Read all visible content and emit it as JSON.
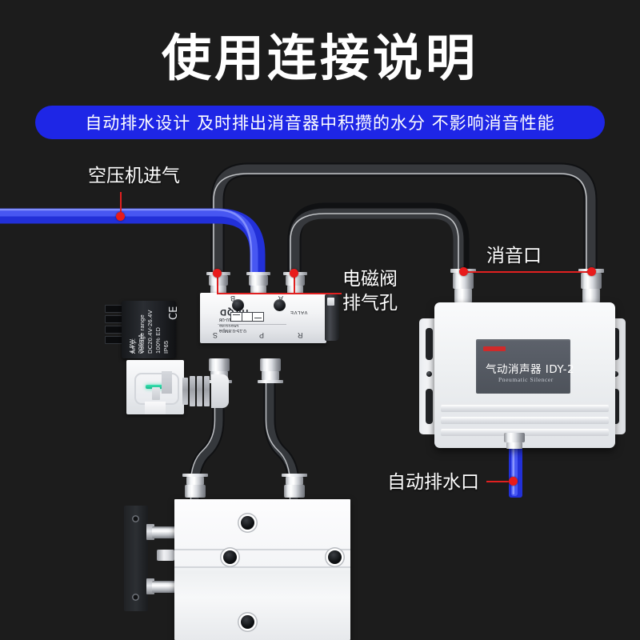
{
  "header": {
    "title": "使用连接说明",
    "subtitle": "自动排水设计 及时排出消音器中积攒的水分 不影响消音性能",
    "accent_color": "#1e26e6",
    "background_color": "#1c1c1c"
  },
  "callouts": [
    {
      "id": "air-inlet",
      "label": "空压机进气",
      "color": "#ffffff",
      "lead_color": "#e02020"
    },
    {
      "id": "valve-exhaust",
      "label_line1": "电磁阀",
      "label_line2": "排气孔",
      "color": "#ffffff",
      "lead_color": "#e02020"
    },
    {
      "id": "silencer-port",
      "label": "消音口",
      "color": "#ffffff",
      "lead_color": "#e02020"
    },
    {
      "id": "auto-drain",
      "label": "自动排水口",
      "color": "#ffffff",
      "lead_color": "#e02020"
    }
  ],
  "valve": {
    "brand": "HKQD",
    "model": "Model:4V210-08",
    "pressure_label": "Pressure",
    "pressure_value": "0.15-0.8Mpa",
    "type_label": "VALVE",
    "ports_top": [
      "S",
      "P",
      "R"
    ],
    "ports_bottom": [
      "B",
      "A"
    ]
  },
  "coil": {
    "power": "4.8W",
    "current": "200mA",
    "arr": "Arr.p:",
    "voltage_label": "Voltage range",
    "voltage_value": "DC20.4V-26.4V",
    "duty": "100% ED",
    "protection": "IP65",
    "mark": "CE"
  },
  "silencer": {
    "title": "气动消声器  IDY-2",
    "subtitle": "Pneumatic Silencer",
    "accent_bar_color": "#cf2a2a",
    "label_panel_color": "#555a63"
  },
  "tubing": {
    "supply_color": "#3344ee",
    "exhaust_color": "#27292c",
    "drain_color": "#3344ee"
  }
}
